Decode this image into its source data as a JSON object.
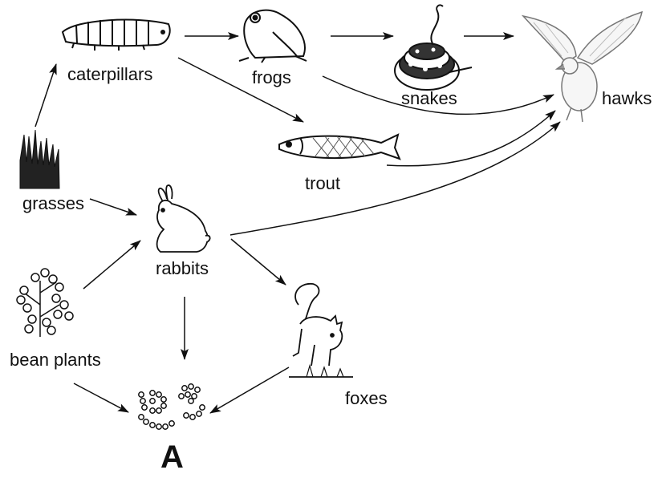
{
  "organisms": {
    "caterpillars": "caterpillars",
    "frogs": "frogs",
    "snakes": "snakes",
    "hawks": "hawks",
    "trout": "trout",
    "grasses": "grasses",
    "rabbits": "rabbits",
    "bean_plants": "bean plants",
    "foxes": "foxes",
    "decomposer": "A"
  },
  "icons": {
    "caterpillars": "caterpillar-icon",
    "frogs": "frog-icon",
    "snakes": "snake-icon",
    "hawks": "hawk-icon",
    "trout": "trout-icon",
    "grasses": "grass-icon",
    "rabbits": "rabbit-icon",
    "bean_plants": "bean-plant-icon",
    "foxes": "fox-icon",
    "decomposer": "microbe-cluster-icon"
  },
  "arrows": [
    {
      "from": "grasses",
      "to": "caterpillars"
    },
    {
      "from": "caterpillars",
      "to": "frogs"
    },
    {
      "from": "frogs",
      "to": "snakes"
    },
    {
      "from": "snakes",
      "to": "hawks"
    },
    {
      "from": "caterpillars",
      "to": "trout"
    },
    {
      "from": "frogs",
      "to": "hawks"
    },
    {
      "from": "trout",
      "to": "hawks"
    },
    {
      "from": "grasses",
      "to": "rabbits"
    },
    {
      "from": "bean plants",
      "to": "rabbits"
    },
    {
      "from": "rabbits",
      "to": "hawks"
    },
    {
      "from": "rabbits",
      "to": "foxes"
    },
    {
      "from": "rabbits",
      "to": "A"
    },
    {
      "from": "bean plants",
      "to": "A"
    },
    {
      "from": "foxes",
      "to": "A"
    }
  ]
}
